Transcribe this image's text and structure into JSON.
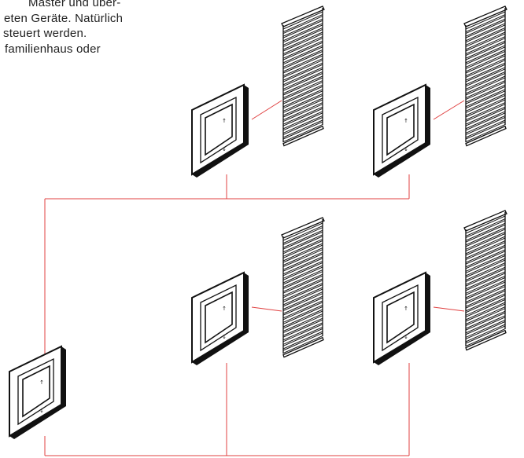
{
  "text": {
    "lines": [
      "Master und über-",
      "eten Geräte. Natürlich",
      "steuert werden.",
      "familienhaus oder"
    ]
  },
  "diagram": {
    "wire_color": "#e04040",
    "switches": [
      {
        "name": "switch-row1-left"
      },
      {
        "name": "switch-row1-right"
      },
      {
        "name": "switch-row2-left"
      },
      {
        "name": "switch-row2-right"
      },
      {
        "name": "master-switch"
      }
    ],
    "blinds": [
      {
        "name": "blind-row1-left"
      },
      {
        "name": "blind-row1-right"
      },
      {
        "name": "blind-row2-left"
      },
      {
        "name": "blind-row2-right"
      }
    ]
  }
}
